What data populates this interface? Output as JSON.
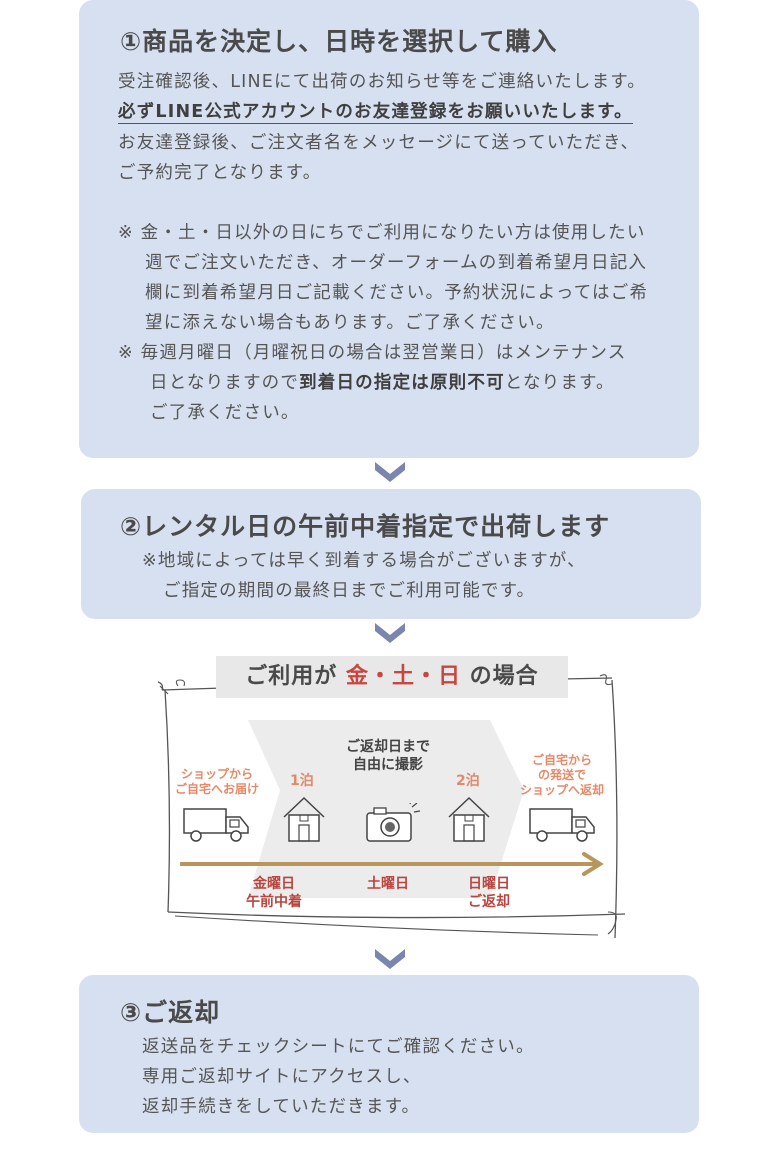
{
  "step1": {
    "title": "①商品を決定し、日時を選択して購入",
    "p1": "受注確認後、LINEにて出荷のお知らせ等をご連絡いたします。",
    "p2": "必ずLINE公式アカウントのお友達登録をお願いいたします。",
    "p3": "お友達登録後、ご注文者名をメッセージにて送っていただき、",
    "p4": "ご予約完了となります。",
    "n1a": "※ 金・土・日以外の日にちでご利用になりたい方は使用したい",
    "n1b": "週でご注文いただき、オーダーフォームの到着希望月日記入",
    "n1c": "欄に到着希望月日ご記載ください。予約状況によってはご希",
    "n1d": "望に添えない場合もあります。ご了承ください。",
    "n2a": "※  毎週月曜日（月曜祝日の場合は翌営業日）はメンテナンス",
    "n2b_pre": "日となりますので",
    "n2b_bold": "到着日の指定は原則不可",
    "n2b_post": "となります。",
    "n2c": "ご了承ください。"
  },
  "step2": {
    "title": "②レンタル日の午前中着指定で出荷します",
    "l1": "※地域によっては早く到着する場合がございますが、",
    "l2": "ご指定の期間の最終日までご利用可能です。"
  },
  "calendar": {
    "title_pre": "ご利用が",
    "title_red": "金・土・日",
    "title_post": "の場合",
    "ship_l1": "ショップから",
    "ship_l2": "ご自宅へお届け",
    "night1": "1泊",
    "free_l1": "ご返却日まで",
    "free_l2": "自由に撮影",
    "night2": "2泊",
    "return_l1": "ご自宅から",
    "return_l2": "の発送で",
    "return_l3": "ショップへ返却",
    "fri_l1": "金曜日",
    "fri_l2": "午前中着",
    "sat": "土曜日",
    "sun_l1": "日曜日",
    "sun_l2": "ご返却",
    "colors": {
      "accent_red": "#c8463f",
      "orange": "#e58a6a",
      "timeline": "#b8955a",
      "arrow": "#7a86ad"
    }
  },
  "step3": {
    "title": "③ご返却",
    "l1": "返送品をチェックシートにてご確認ください。",
    "l2": "専用ご返却サイトにアクセスし、",
    "l3": "返却手続きをしていただきます。"
  }
}
